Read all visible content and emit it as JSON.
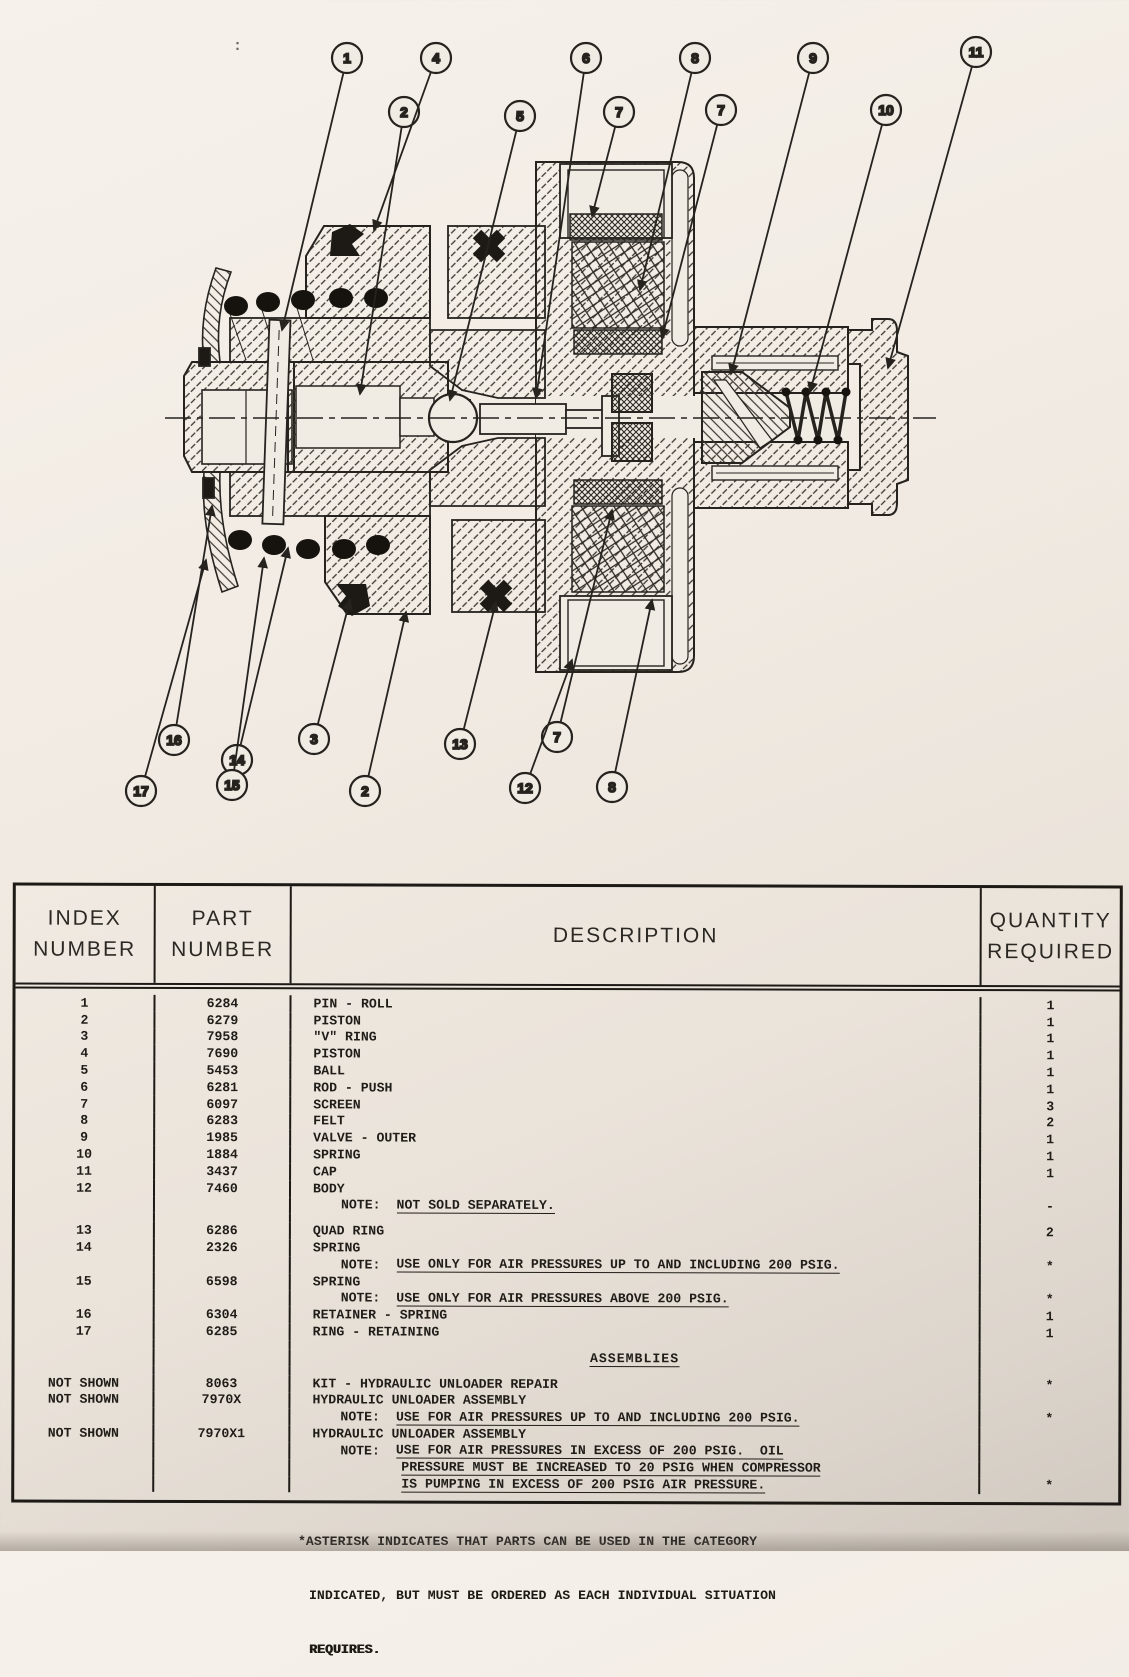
{
  "stray_mark": ":",
  "diagram": {
    "title_hint": "hydraulic unloader cross-section",
    "callouts": [
      {
        "label": "1"
      },
      {
        "label": "2"
      },
      {
        "label": "4"
      },
      {
        "label": "5"
      },
      {
        "label": "6"
      },
      {
        "label": "7"
      },
      {
        "label": "8"
      },
      {
        "label": "7"
      },
      {
        "label": "9"
      },
      {
        "label": "10"
      },
      {
        "label": "11"
      },
      {
        "label": "16"
      },
      {
        "label": "17"
      },
      {
        "label": "14"
      },
      {
        "label": "15"
      },
      {
        "label": "3"
      },
      {
        "label": "2"
      },
      {
        "label": "13"
      },
      {
        "label": "7"
      },
      {
        "label": "12"
      },
      {
        "label": "8"
      }
    ]
  },
  "table": {
    "headers": {
      "col1a": "INDEX",
      "col1b": "NUMBER",
      "col2a": "PART",
      "col2b": "NUMBER",
      "col3": "DESCRIPTION",
      "col4a": "QUANTITY",
      "col4b": "REQUIRED"
    },
    "lines": [
      {
        "i": "1",
        "p": "6284",
        "d": "PIN - ROLL",
        "q": "1"
      },
      {
        "i": "2",
        "p": "6279",
        "d": "PISTON",
        "q": "1"
      },
      {
        "i": "3",
        "p": "7958",
        "d": "\"V\" RING",
        "q": "1"
      },
      {
        "i": "4",
        "p": "7690",
        "d": "PISTON",
        "q": "1"
      },
      {
        "i": "5",
        "p": "5453",
        "d": "BALL",
        "q": "1"
      },
      {
        "i": "6",
        "p": "6281",
        "d": "ROD - PUSH",
        "q": "1"
      },
      {
        "i": "7",
        "p": "6097",
        "d": "SCREEN",
        "q": "3"
      },
      {
        "i": "8",
        "p": "6283",
        "d": "FELT",
        "q": "2"
      },
      {
        "i": "9",
        "p": "1985",
        "d": "VALVE - OUTER",
        "q": "1"
      },
      {
        "i": "10",
        "p": "1884",
        "d": "SPRING",
        "q": "1"
      },
      {
        "i": "11",
        "p": "3437",
        "d": "CAP",
        "q": "1"
      },
      {
        "i": "12",
        "p": "7460",
        "d": "BODY",
        "q": ""
      },
      {
        "label": "NOTE:",
        "note": "NOT SOLD SEPARATELY.",
        "q": "-"
      },
      {
        "i": "13",
        "p": "6286",
        "d": "QUAD RING",
        "q": "2"
      },
      {
        "i": "14",
        "p": "2326",
        "d": "SPRING",
        "q": ""
      },
      {
        "label": "NOTE:",
        "note": "USE ONLY FOR AIR PRESSURES UP TO AND INCLUDING 200 PSIG.",
        "q": "*"
      },
      {
        "i": "15",
        "p": "6598",
        "d": "SPRING",
        "q": ""
      },
      {
        "label": "NOTE:",
        "note": "USE ONLY FOR AIR PRESSURES ABOVE 200 PSIG.",
        "q": "*"
      },
      {
        "i": "16",
        "p": "6304",
        "d": "RETAINER - SPRING",
        "q": "1"
      },
      {
        "i": "17",
        "p": "6285",
        "d": "RING - RETAINING",
        "q": "1"
      },
      {
        "section": "ASSEMBLIES"
      },
      {
        "i": "NOT SHOWN",
        "p": "8063",
        "d": "KIT - HYDRAULIC UNLOADER REPAIR",
        "q": "*"
      },
      {
        "i": "NOT SHOWN",
        "p": "7970X",
        "d": "HYDRAULIC UNLOADER ASSEMBLY",
        "q": ""
      },
      {
        "label": "NOTE:",
        "note": "USE FOR AIR PRESSURES UP TO AND INCLUDING 200 PSIG.",
        "q": "*"
      },
      {
        "i": "NOT SHOWN",
        "p": "7970X1",
        "d": "HYDRAULIC UNLOADER ASSEMBLY",
        "q": ""
      },
      {
        "label": "NOTE:",
        "note": "USE FOR AIR PRESSURES IN EXCESS OF 200 PSIG.  OIL",
        "q": ""
      },
      {
        "cont": "PRESSURE MUST BE INCREASED TO 20 PSIG WHEN COMPRESSOR",
        "q": ""
      },
      {
        "cont": "IS PUMPING IN EXCESS OF 200 PSIG AIR PRESSURE.",
        "q": "*"
      }
    ]
  },
  "footnote": {
    "line1": "*ASTERISK INDICATES THAT PARTS CAN BE USED IN THE CATEGORY",
    "line2": "INDICATED, BUT MUST BE ORDERED AS EACH INDIVIDUAL SITUATION",
    "line3": "REQUIRES."
  }
}
